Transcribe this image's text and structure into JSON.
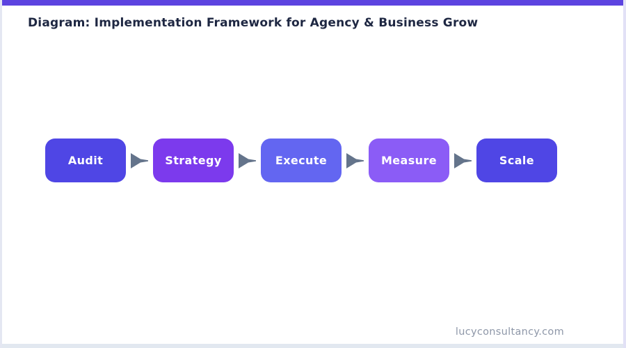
{
  "page": {
    "background_color": "#ffffff",
    "top_bar_color": "#5c43e0",
    "bottom_bar_color": "#e2e8f0",
    "side_border_color": "#e4e7f2"
  },
  "header": {
    "title": "Diagram: Implementation Framework for Agency & Business Grow",
    "title_color": "#1e2742"
  },
  "flow": {
    "arrow_icon": "right-pointing-triangle",
    "arrow_color": "#64748b",
    "steps": [
      {
        "label": "Audit",
        "color": "#4f46e5"
      },
      {
        "label": "Strategy",
        "color": "#7c3aed"
      },
      {
        "label": "Execute",
        "color": "#6366f1"
      },
      {
        "label": "Measure",
        "color": "#8b5cf6"
      },
      {
        "label": "Scale",
        "color": "#4f46e5"
      }
    ],
    "label_color": "#ffffff"
  },
  "footer": {
    "website": "lucyconsultancy.com",
    "text_color": "#8e97a8"
  }
}
